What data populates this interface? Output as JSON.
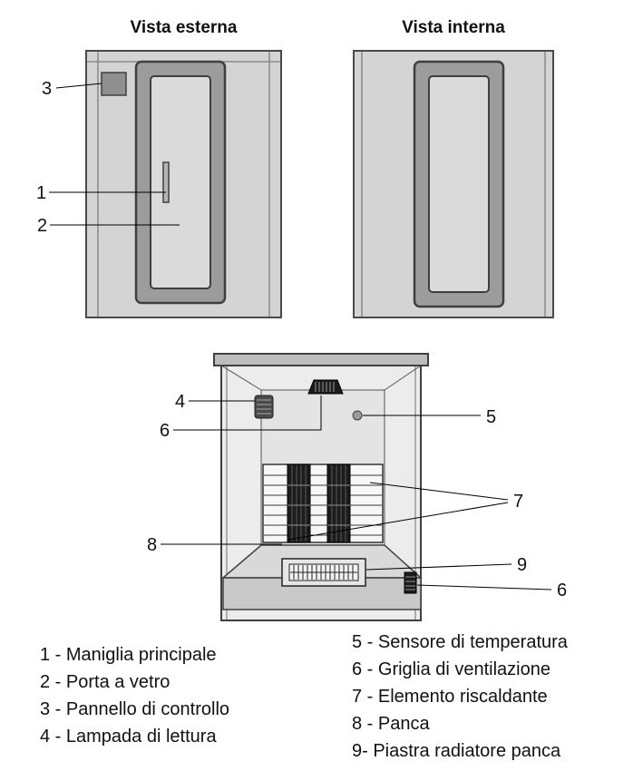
{
  "titles": {
    "exterior": "Vista esterna",
    "interior": "Vista interna"
  },
  "callouts": {
    "main_handle": "1",
    "glass_door": "2",
    "control_panel": "3",
    "reading_lamp": "4",
    "temperature_sensor": "5",
    "ventilation_grille_top": "6",
    "heating_element": "7",
    "bench": "8",
    "bench_radiator_plate": "9",
    "ventilation_grille_side": "6"
  },
  "legend": {
    "left": [
      "1 - Maniglia principale",
      "2 - Porta a vetro",
      "3 - Pannello di controllo",
      "4 - Lampada di lettura"
    ],
    "right": [
      "5 - Sensore di temperatura",
      "6 - Griglia di ventilazione",
      "7 - Elemento riscaldante",
      "8 - Panca",
      "9- Piastra radiatore panca"
    ]
  },
  "colors": {
    "cabin_fill": "#d4d4d4",
    "door_frame": "#9c9c9c",
    "glass": "#dadada",
    "dark_element": "#1c1c1c",
    "outline": "#3f3f3f"
  }
}
